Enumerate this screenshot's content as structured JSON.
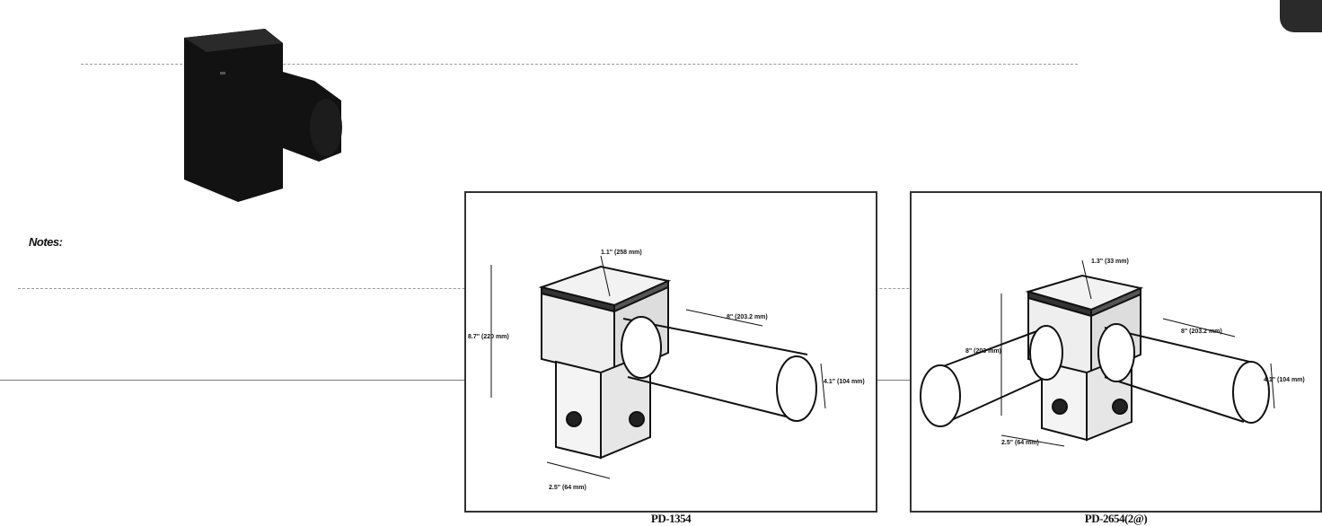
{
  "notes_heading": "Notes:",
  "figures": [
    {
      "model": "PD-1354"
    },
    {
      "model": "PD-2654(2@)"
    }
  ],
  "dimension_labels": {
    "fig1_top_square": "1.1\" (258 mm)",
    "fig1_arm_length": "8\" (203.2 mm)",
    "fig1_height": "8.7\" (220 mm)",
    "fig1_tube_dia": "4.1\" (104 mm)",
    "fig1_base_square": "2.5\" (64 mm)",
    "fig2_top_square": "1.3\" (33 mm)",
    "fig2_arm_length": "8\" (203.2 mm)",
    "fig2_height": "8\" (203 mm)",
    "fig2_tube_dia": "4.1\" (104 mm)",
    "fig2_base_square": "2.5\" (64 mm)"
  },
  "colors": {
    "ink": "#111111",
    "background": "#ffffff"
  }
}
